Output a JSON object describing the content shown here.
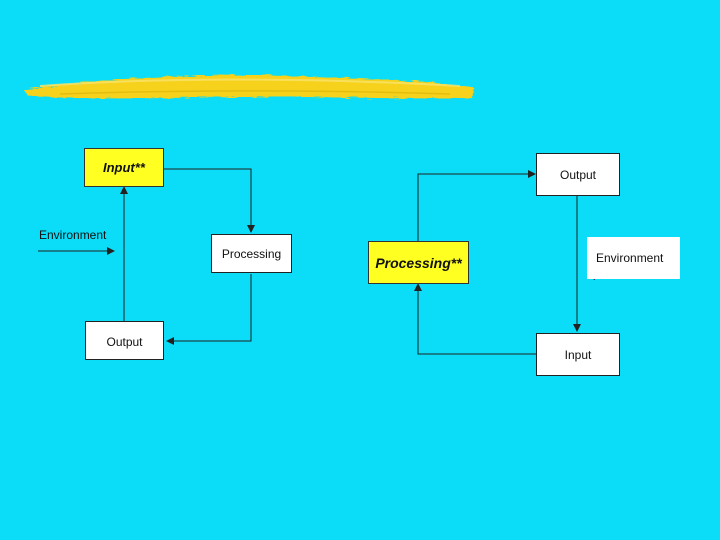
{
  "title_bar": {
    "color": "#f6d21a"
  },
  "left_diagram": {
    "input_label": "Input**",
    "processing_label": "Processing",
    "output_label": "Output",
    "environment_label": "Environment"
  },
  "right_diagram": {
    "output_label": "Output",
    "processing_label": "Processing**",
    "input_label": "Input",
    "environment_label": "Environment"
  },
  "colors": {
    "background": "#0bdcf7",
    "highlight_box": "#ffff22",
    "box": "#ffffff",
    "line": "#222222"
  }
}
